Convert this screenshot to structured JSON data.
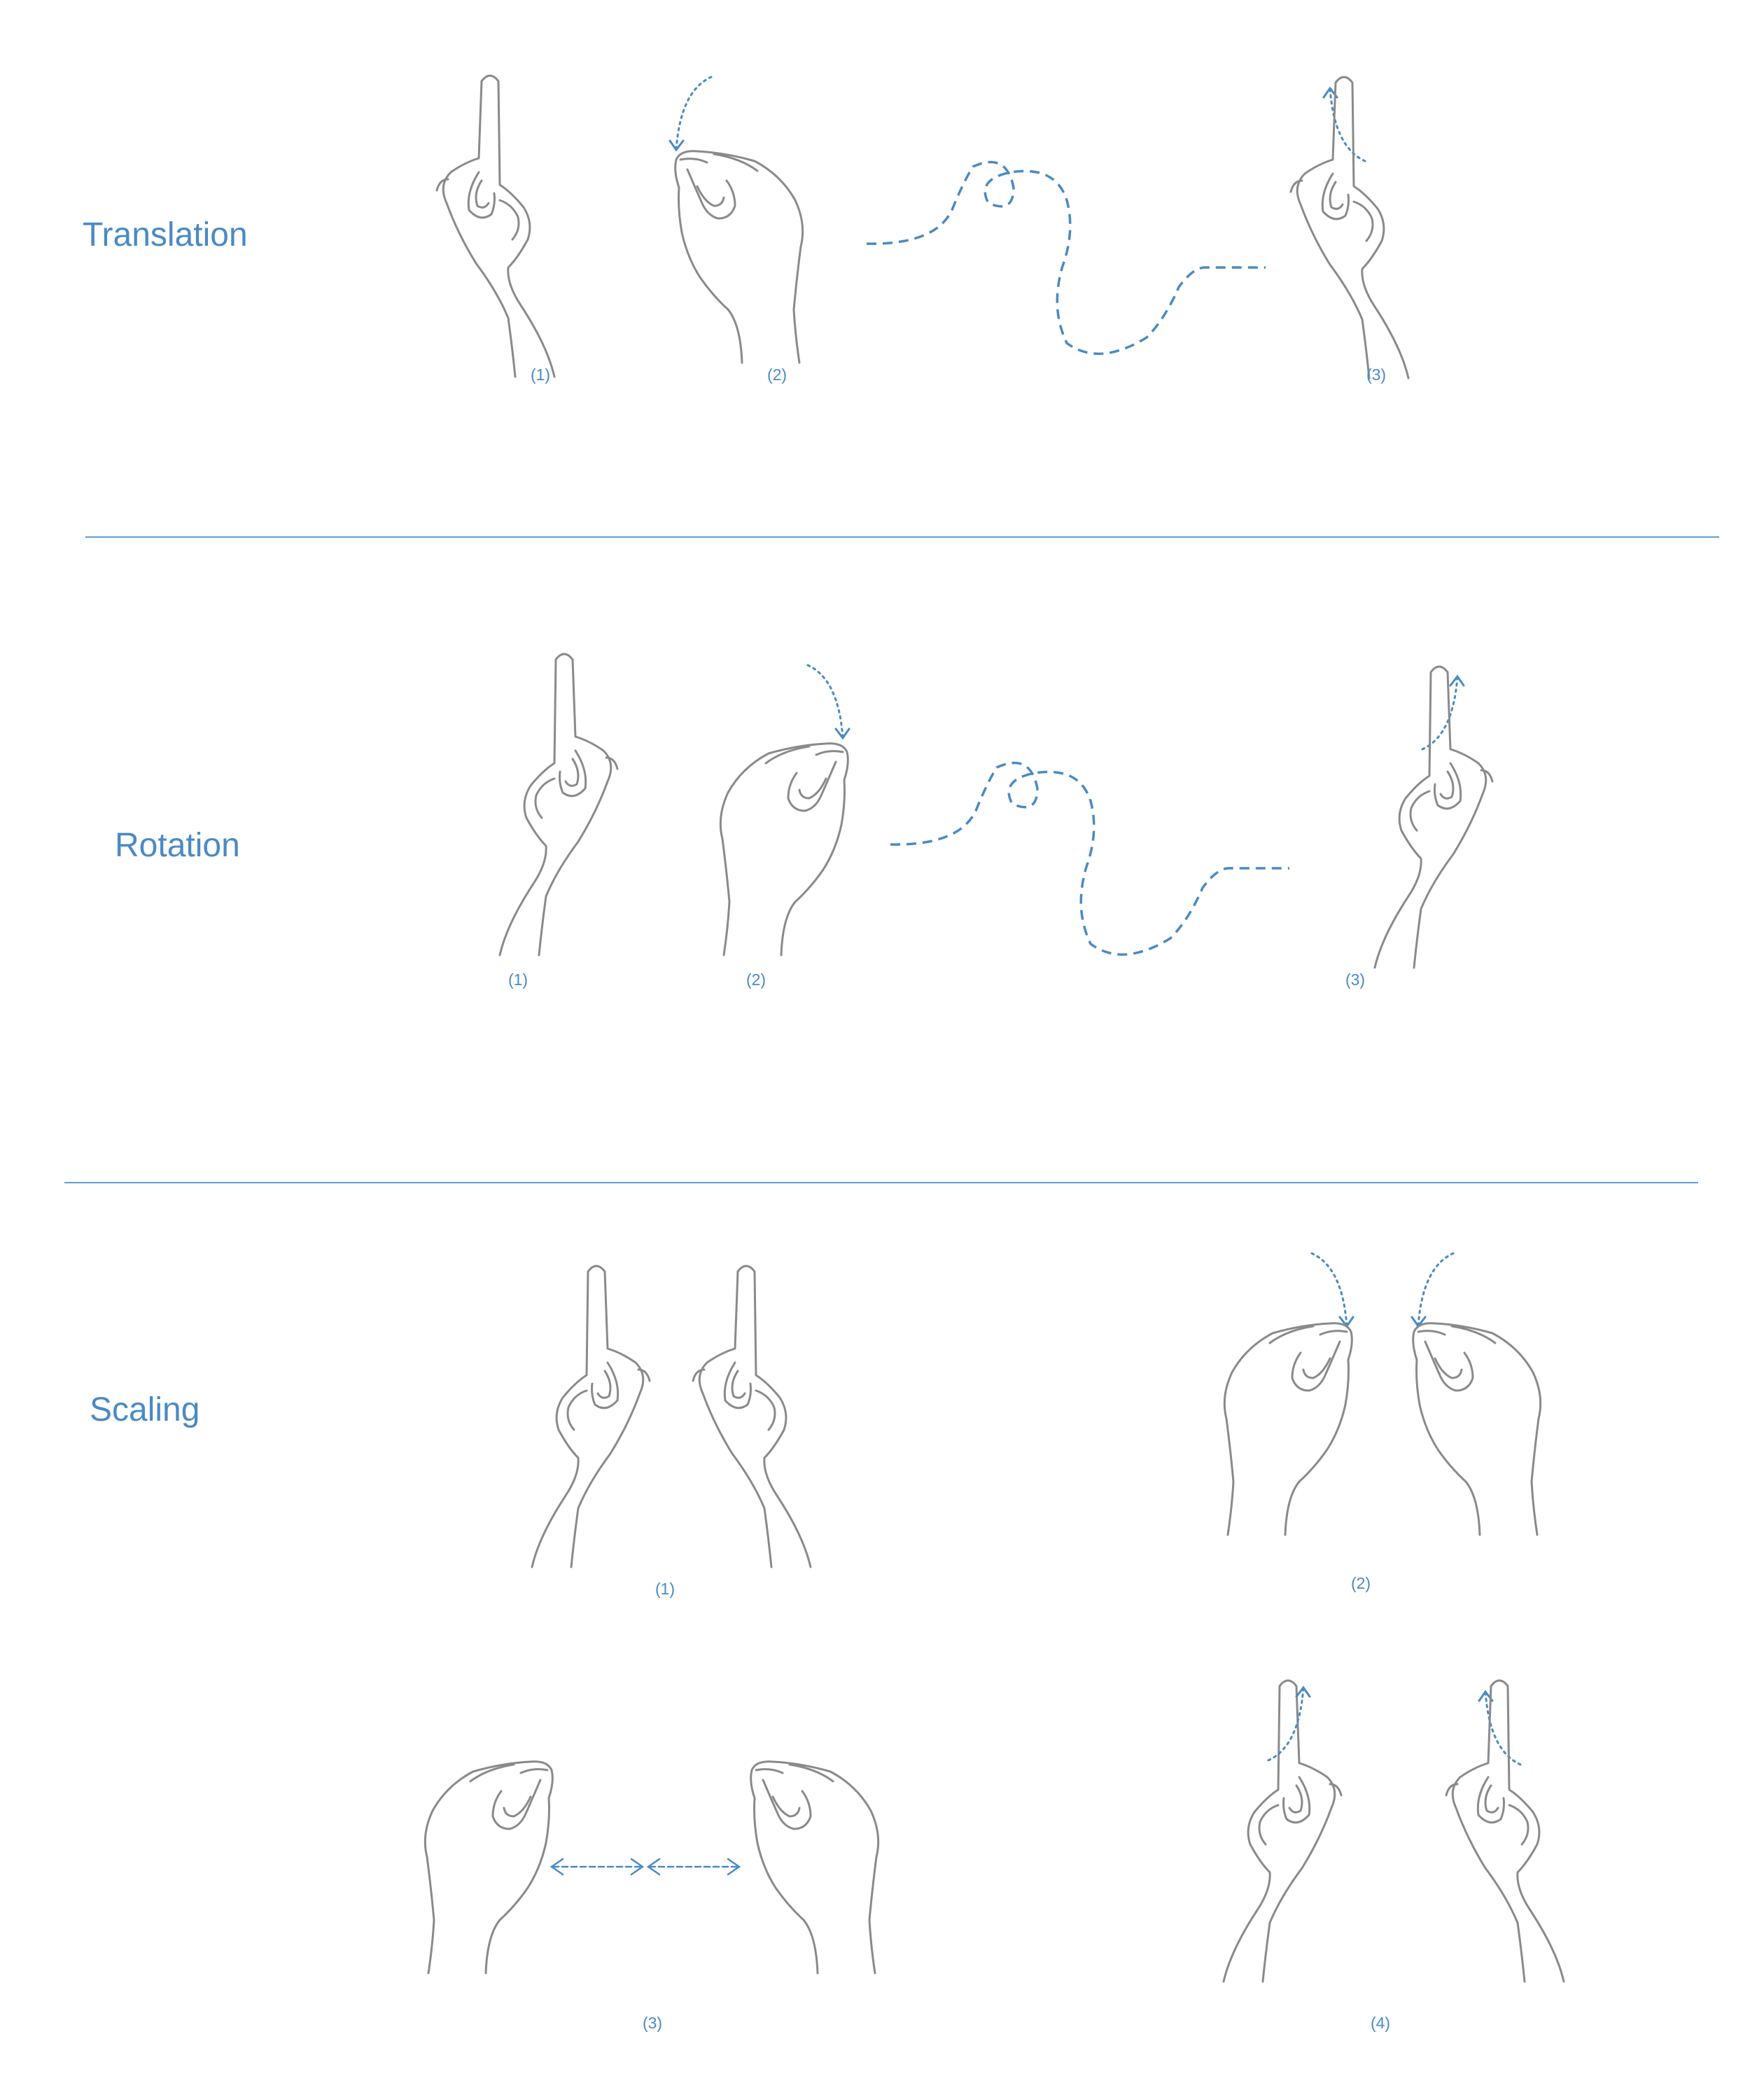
{
  "sections": {
    "translation": {
      "title": "Translation",
      "steps": [
        "(1)",
        "(2)",
        "(3)"
      ]
    },
    "rotation": {
      "title": "Rotation",
      "steps": [
        "(1)",
        "(2)",
        "(3)"
      ]
    },
    "scaling": {
      "title": "Scaling",
      "steps": [
        "(1)",
        "(2)",
        "(3)",
        "(4)"
      ]
    }
  },
  "colors": {
    "accent": "#4a8ac4",
    "line": "#5f9fcf",
    "hand": "#8a8a8a"
  },
  "icons": [
    "pointing-hand-icon",
    "pinch-hand-icon",
    "dotted-arrow-icon",
    "dashed-path-icon",
    "double-arrow-icon"
  ]
}
